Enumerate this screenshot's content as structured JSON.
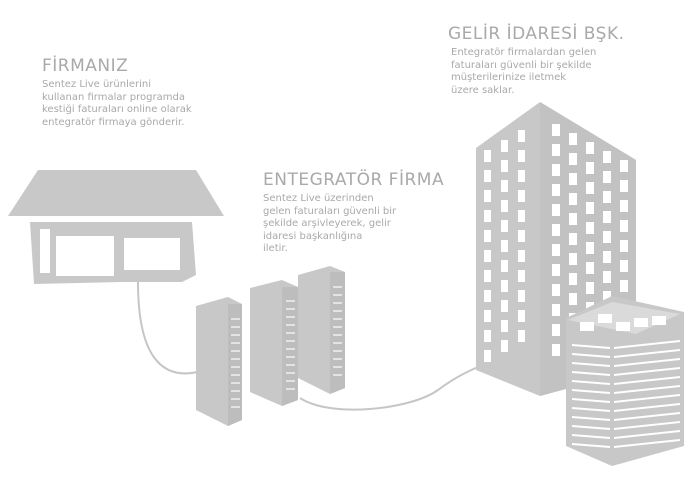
{
  "firma": {
    "title": "FİRMANIZ",
    "lines": [
      "Sentez Live ürünlerini",
      "kullanan firmalar programda",
      "kestiği faturaları online olarak",
      "entegratör firmaya gönderir."
    ]
  },
  "entegrator": {
    "title": "ENTEGRATÖR FİRMA",
    "lines": [
      "Sentez Live üzerinden",
      "gelen faturaları güvenli bir",
      "şekilde arşivleyerek, gelir",
      "idaresi başkanlığına",
      "iletir."
    ]
  },
  "gib": {
    "title": "GELİR İDARESİ BŞK.",
    "lines": [
      "Entegratör firmalardan gelen",
      "faturaları güvenli bir şekilde",
      "müşterilerinize iletmek",
      "üzere saklar."
    ]
  },
  "colors": {
    "shape": "#c8c8c8",
    "line": "#c6c6c6",
    "text": "#a9a9a9",
    "background": "#ffffff"
  },
  "icons": [
    "house-icon",
    "server-rack-icon",
    "tower-building-icon",
    "office-building-icon"
  ]
}
